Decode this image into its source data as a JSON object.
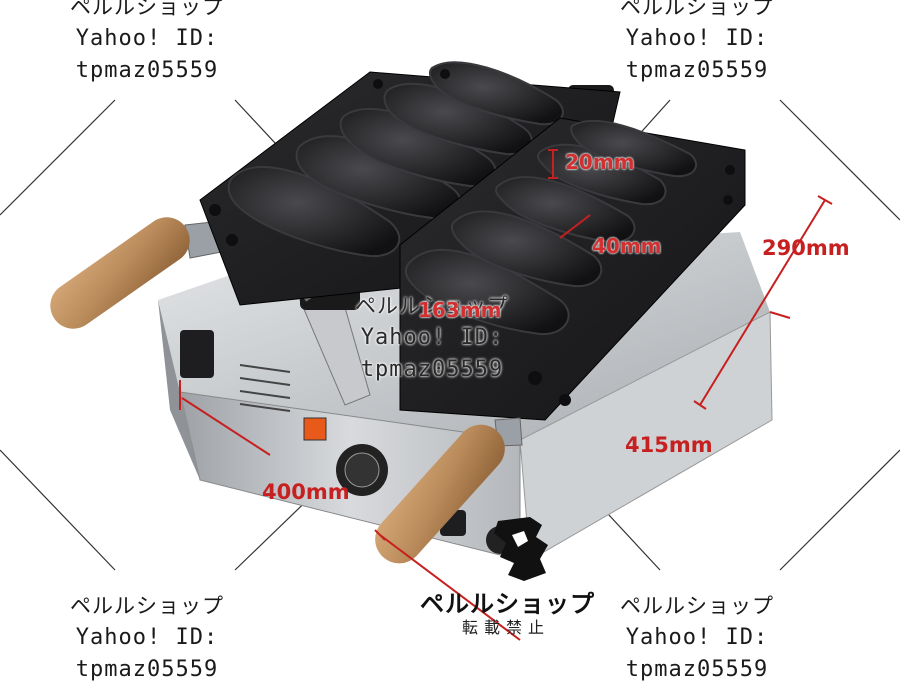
{
  "watermark": {
    "shop_name": "ペルルショップ",
    "id_line": "Yahoo! ID:",
    "id_value": "tpmaz05559"
  },
  "dimensions": {
    "depth_mm": "20mm",
    "width_40": "40mm",
    "length_163": "163mm",
    "height_290": "290mm",
    "side_415": "415mm",
    "front_400": "400mm"
  },
  "logo": {
    "name": "ペルルショップ",
    "notice": "転載禁止"
  },
  "colors": {
    "dimension_red": "#c62020",
    "plate_black": "#1c1c1e",
    "body_steel": "#c9ccd0",
    "handle_wood": "#b98a5a"
  }
}
